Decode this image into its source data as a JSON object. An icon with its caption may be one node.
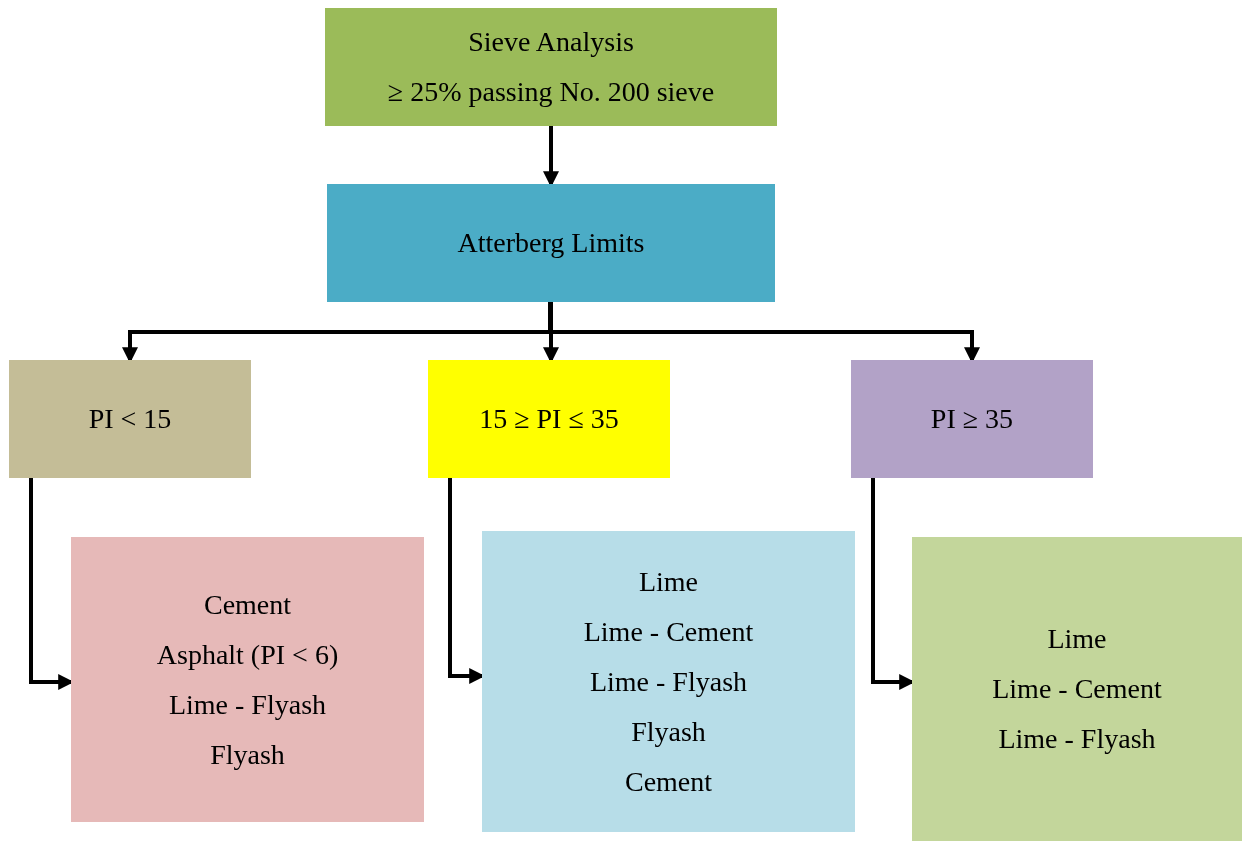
{
  "diagram": {
    "nodes": [
      {
        "text": [
          "Sieve Analysis",
          "≥ 25% passing No. 200 sieve"
        ]
      },
      {
        "text": [
          "Atterberg Limits"
        ]
      },
      {
        "text": [
          "PI < 15"
        ]
      },
      {
        "text": [
          "15 ≥ PI ≤ 35"
        ]
      },
      {
        "text": [
          "PI ≥ 35"
        ]
      },
      {
        "text": [
          "Cement",
          "Asphalt (PI < 6)",
          "Lime - Flyash",
          "Flyash"
        ]
      },
      {
        "text": [
          "Lime",
          "Lime - Cement",
          "Lime - Flyash",
          "Flyash",
          "Cement"
        ]
      },
      {
        "text": [
          "Lime",
          "Lime - Cement",
          "Lime - Flyash"
        ]
      }
    ],
    "edges": [
      {
        "from": 0,
        "to": 1,
        "arrow": "to"
      },
      {
        "from": 1,
        "to": 2,
        "arrow": "to"
      },
      {
        "from": 1,
        "to": 3,
        "arrow": "to"
      },
      {
        "from": 1,
        "to": 4,
        "arrow": "to"
      },
      {
        "from": 2,
        "to": 5,
        "arrow": "to"
      },
      {
        "from": 3,
        "to": 6,
        "arrow": "to"
      },
      {
        "from": 4,
        "to": 7,
        "arrow": "to"
      }
    ]
  }
}
